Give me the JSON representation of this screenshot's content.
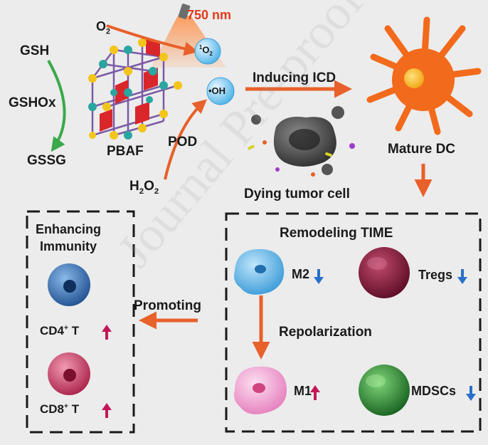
{
  "labels": {
    "wavelength": "750 nm",
    "o2": "O",
    "o2_sub": "2",
    "singlet_o2_sup": "1",
    "singlet_o2": "O",
    "singlet_o2_sub": "2",
    "gsh": "GSH",
    "gshox": "GSHOx",
    "gssg": "GSSG",
    "pbaf": "PBAF",
    "pod": "POD",
    "h2o2_a": "H",
    "h2o2_sub1": "2",
    "h2o2_b": "O",
    "h2o2_sub2": "2",
    "oh": "•OH",
    "inducing_icd": "Inducing ICD",
    "dying_tumor_cell": "Dying tumor cell",
    "mature_dc": "Mature DC",
    "remodeling_time": "Remodeling TIME",
    "m2": "M2",
    "tregs": "Tregs",
    "repolarization": "Repolarization",
    "m1": "M1",
    "mdscs": "MDSCs",
    "promoting": "Promoting",
    "enhancing": "Enhancing",
    "immunity": "Immunity",
    "cd4": "CD4",
    "cd4_sup": "+",
    "cd4_t": " T",
    "cd8": "CD8",
    "cd8_sup": "+",
    "cd8_t": " T",
    "watermark": "Journal Pre-proof"
  },
  "indicators": {
    "m2": "down",
    "tregs": "down",
    "mdscs": "down",
    "m1": "up",
    "cd4": "up",
    "cd8": "up"
  },
  "colors": {
    "orange_arrow": "#e8602a",
    "green_arrow": "#3aa94a",
    "down_arrow": "#2a6fc9",
    "up_arrow": "#c2185b",
    "wavelength_text": "#e23a1c",
    "dc_cell": "#f26a1b",
    "m2_cell": "#5bb8ea",
    "tregs_cell": "#8a1a3a",
    "m1_cell": "#f3a6d3",
    "mdscs_cell": "#2f9a3a",
    "cd4_cell": "#2f6db5",
    "cd8_cell": "#d6456e"
  }
}
